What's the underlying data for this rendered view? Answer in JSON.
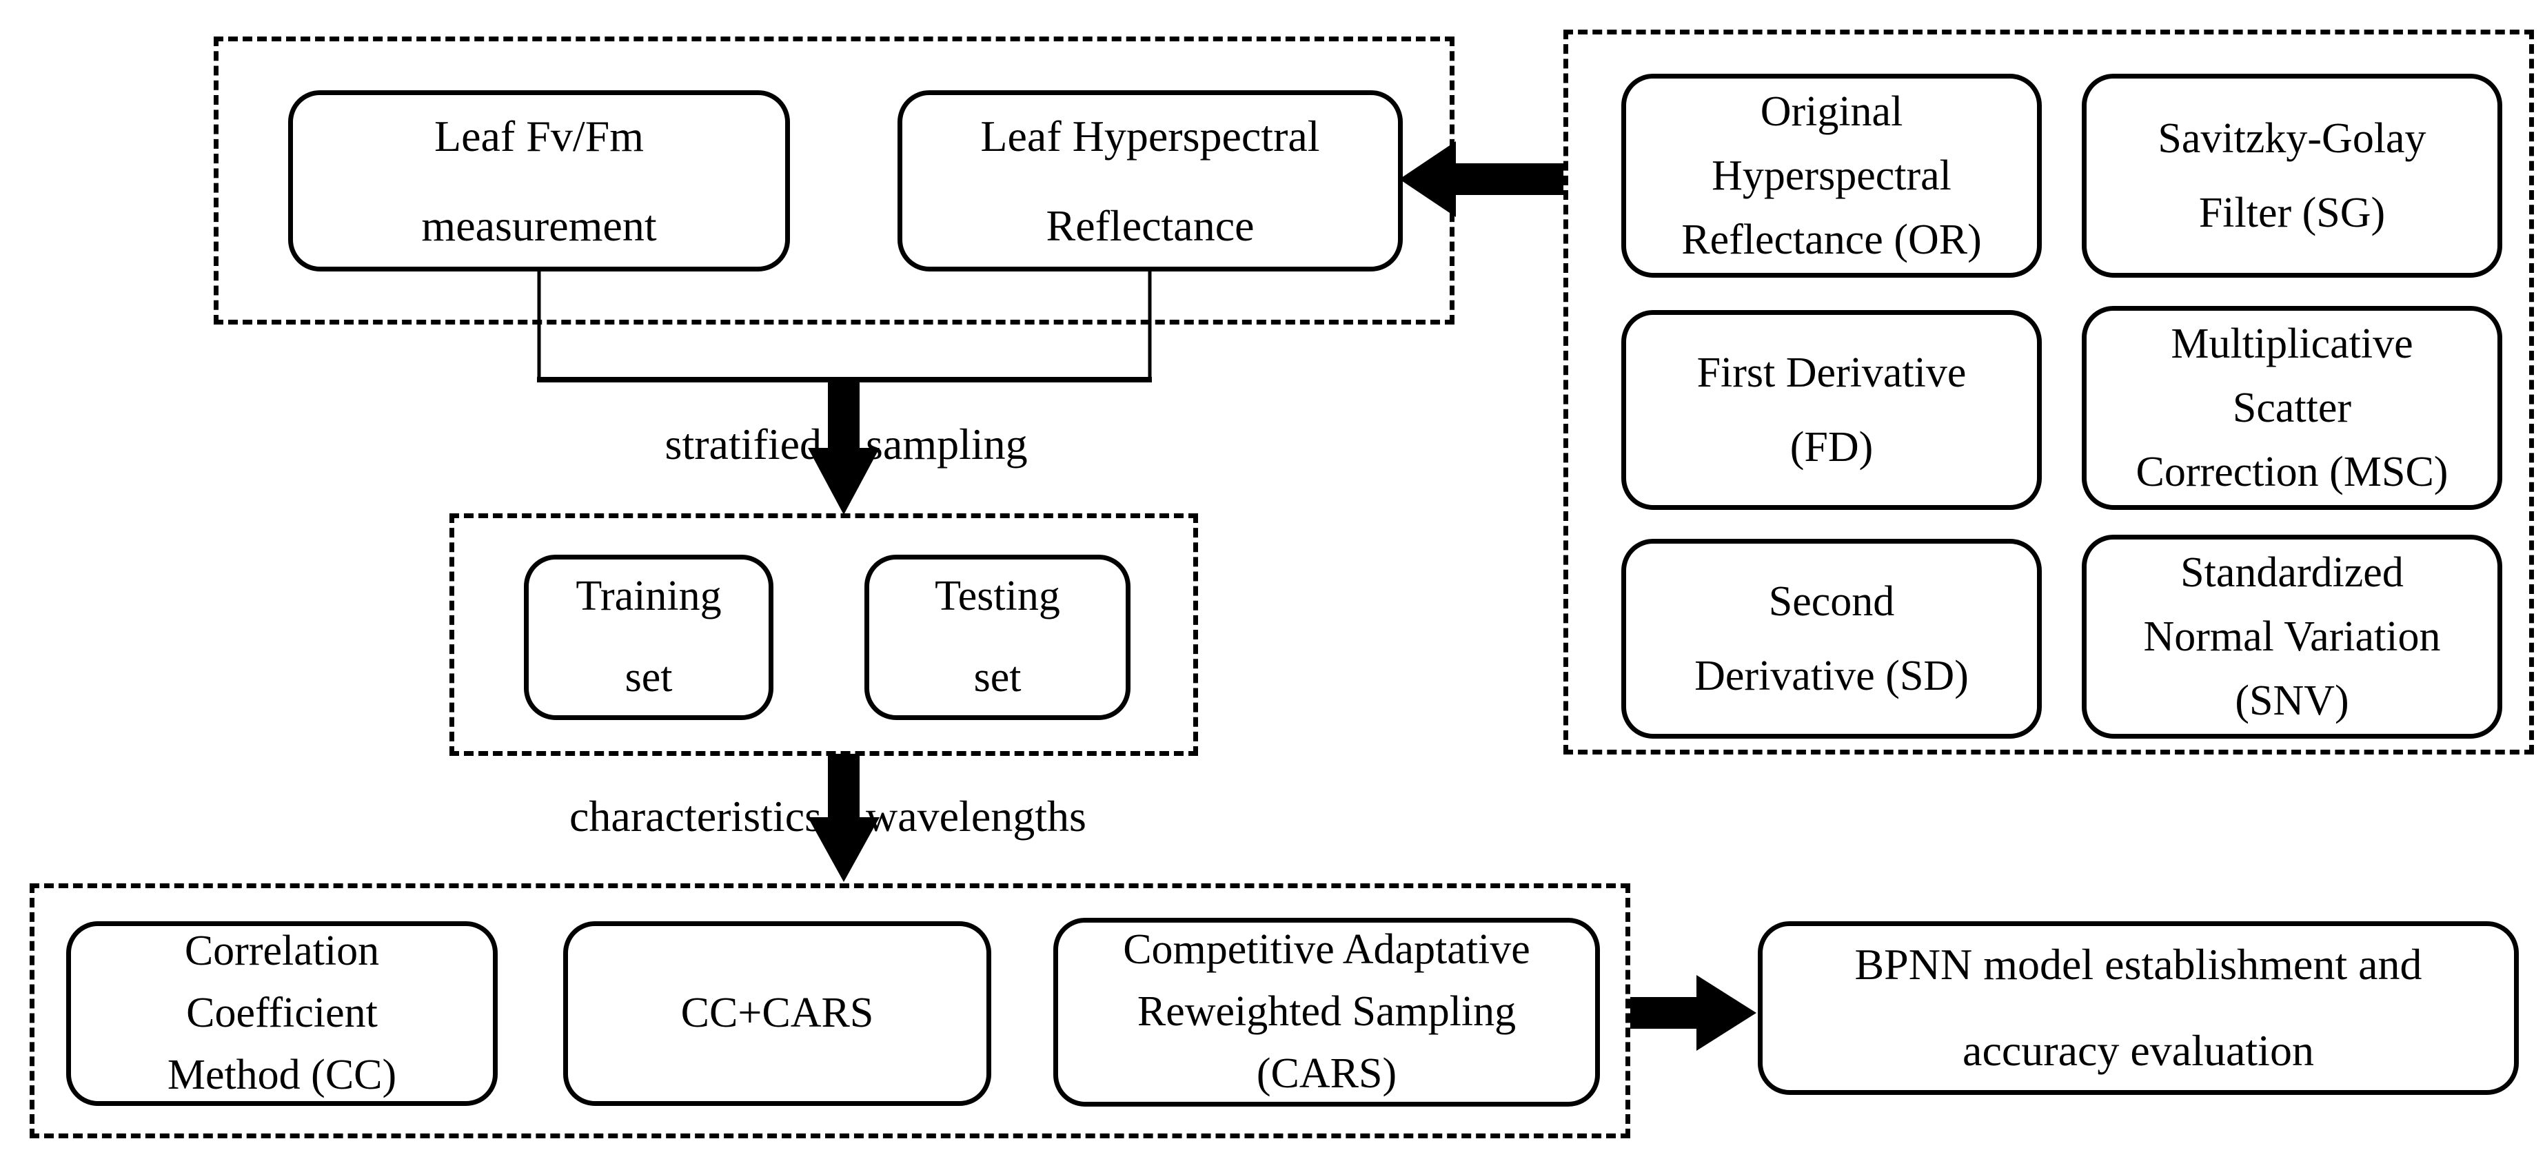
{
  "figure": {
    "background_color": "#ffffff",
    "line_color": "#000000"
  },
  "boxes": {
    "leaf_fvfm": {
      "lines": [
        "Leaf Fv/Fm",
        "measurement"
      ]
    },
    "leaf_hyperspectral": {
      "lines": [
        "Leaf Hyperspectral",
        "Reflectance"
      ]
    },
    "original_reflectance": {
      "lines": [
        "Original",
        "Hyperspectral",
        "Reflectance (OR)"
      ]
    },
    "savitzky_golay": {
      "lines": [
        "Savitzky-Golay",
        "Filter (SG)"
      ]
    },
    "first_derivative": {
      "lines": [
        "First Derivative",
        "(FD)"
      ]
    },
    "msc": {
      "lines": [
        "Multiplicative",
        "Scatter",
        "Correction (MSC)"
      ]
    },
    "second_derivative": {
      "lines": [
        "Second",
        "Derivative (SD)"
      ]
    },
    "snv": {
      "lines": [
        "Standardized",
        "Normal Variation",
        "(SNV)"
      ]
    },
    "training_set": {
      "lines": [
        "Training",
        "set"
      ]
    },
    "testing_set": {
      "lines": [
        "Testing",
        "set"
      ]
    },
    "cc": {
      "lines": [
        "Correlation",
        "Coefficient",
        "Method (CC)"
      ]
    },
    "cc_cars": {
      "lines": [
        "CC+CARS"
      ]
    },
    "cars": {
      "lines": [
        "Competitive Adaptative",
        "Reweighted Sampling",
        "(CARS)"
      ]
    },
    "bpnn": {
      "lines": [
        "BPNN model establishment and",
        "accuracy evaluation"
      ]
    }
  },
  "arrow_labels": {
    "stratified": "stratified",
    "sampling": "sampling",
    "characteristics": "characteristics",
    "wavelengths": "wavelengths"
  }
}
